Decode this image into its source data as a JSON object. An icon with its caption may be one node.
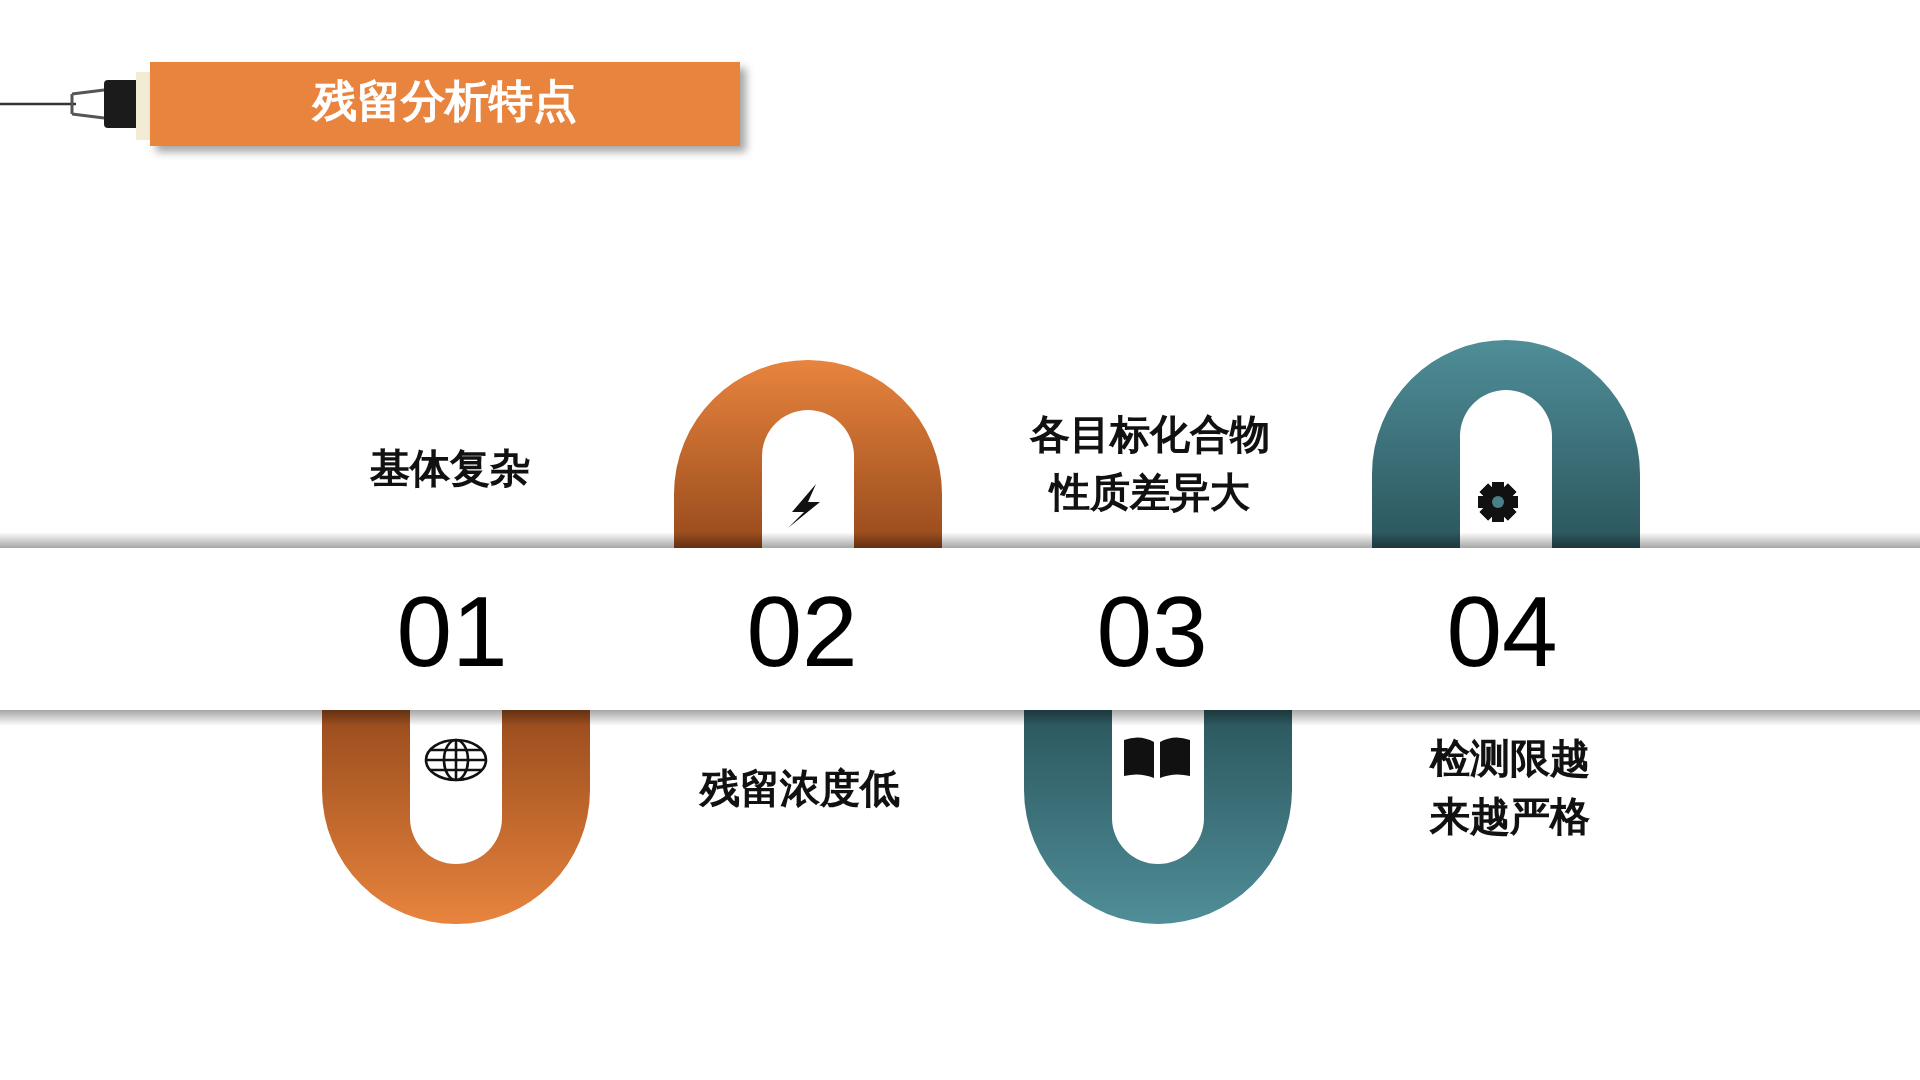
{
  "diagram": {
    "title": "残留分析特点",
    "labels": [
      "基体复杂",
      "各目标化合物性质差异大",
      "01",
      "02",
      "03",
      "04",
      "残留浓度低",
      "检测限越来越严格"
    ]
  }
}
